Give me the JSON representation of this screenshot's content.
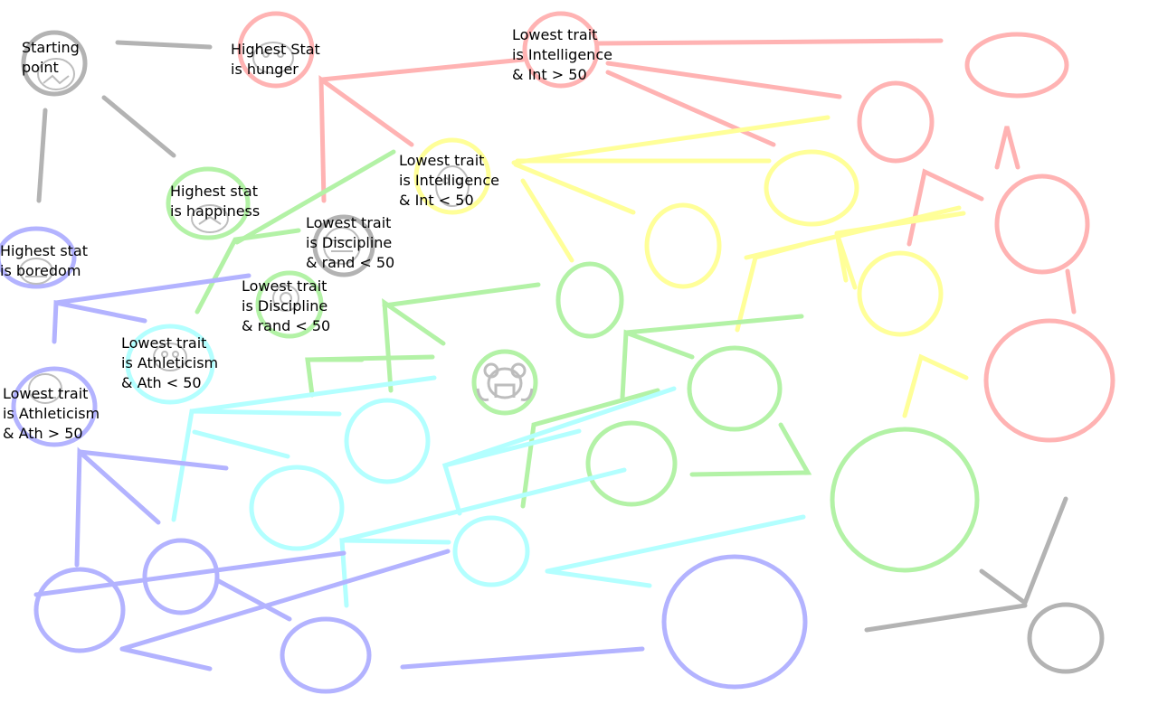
{
  "colors": {
    "start": "#b3b3b3",
    "hunger": "#ffb3b3",
    "happiness": "#b3f2a6",
    "boredom": "#b3b3ff",
    "discipline": "#b3b3b3",
    "intelligence": "#ffff99",
    "athleticism": "#b3ffff",
    "hub_icon": "#bdbdbd"
  },
  "icons": [
    "pet-start-icon",
    "pet-hunger-icon",
    "pet-intelligence-icon",
    "pet-happiness-icon",
    "pet-boredom-icon",
    "pet-discipline-icon",
    "pet-athleticism-icon",
    "pet-hub-icon"
  ],
  "labels": {
    "start": [
      "Starting",
      "point"
    ],
    "hunger": [
      "Highest Stat",
      "is hunger"
    ],
    "int_high": [
      "Lowest trait",
      "is Intelligence",
      "& Int > 50"
    ],
    "int_low": [
      "Lowest trait",
      "is Intelligence",
      "& Int < 50"
    ],
    "happiness": [
      "Highest stat",
      "is happiness"
    ],
    "discipline_a": [
      "Lowest trait",
      "is Discipline",
      "& rand < 50"
    ],
    "boredom": [
      "Highest stat",
      "is boredom"
    ],
    "discipline_b": [
      "Lowest trait",
      "is Discipline",
      "& rand < 50"
    ],
    "ath_low": [
      "Lowest trait",
      "is Athleticism",
      "& Ath < 50"
    ],
    "ath_high": [
      "Lowest trait",
      "is Athleticism",
      "& Ath > 50"
    ]
  }
}
